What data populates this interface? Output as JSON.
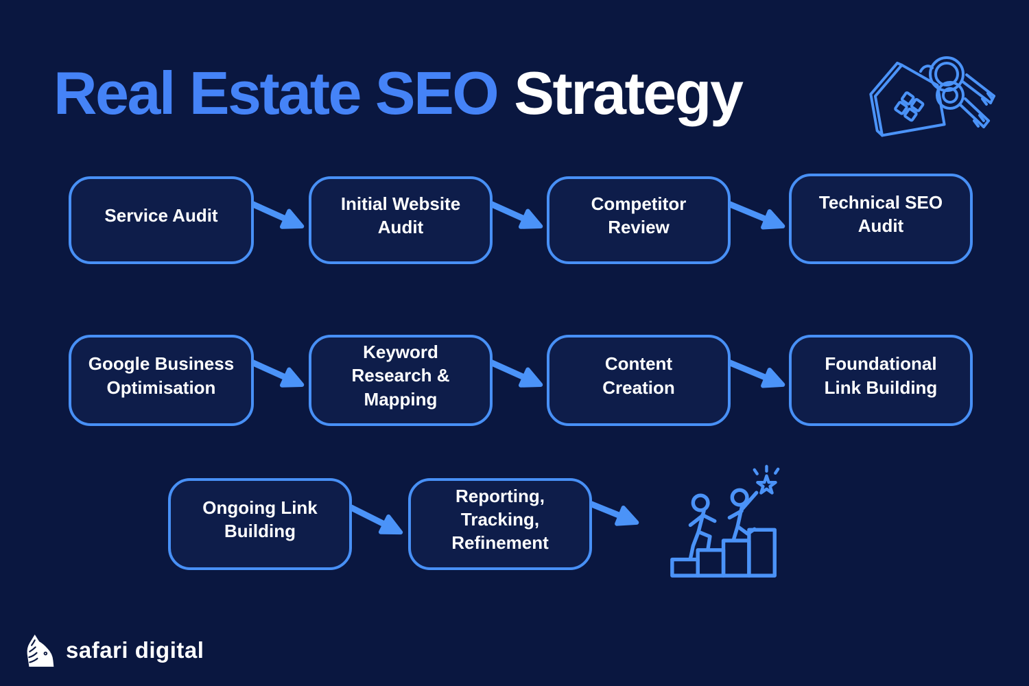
{
  "title": {
    "highlight": "Real Estate SEO",
    "rest": "Strategy"
  },
  "header_icon": "house-keychain-icon",
  "flow": {
    "rows": [
      {
        "steps": [
          {
            "label": "Service Audit"
          },
          {
            "label": "Initial Website\nAudit"
          },
          {
            "label": "Competitor\nReview"
          },
          {
            "label": "Technical SEO\nAudit"
          }
        ]
      },
      {
        "steps": [
          {
            "label": "Google Business\nOptimisation"
          },
          {
            "label": "Keyword\nResearch &\nMapping"
          },
          {
            "label": "Content\nCreation"
          },
          {
            "label": "Foundational\nLink Building"
          }
        ]
      },
      {
        "steps": [
          {
            "label": "Ongoing Link\nBuilding"
          },
          {
            "label": "Reporting,\nTracking,\nRefinement"
          }
        ]
      }
    ],
    "result_icon": "success-stairs-icon"
  },
  "footer": {
    "logo_icon": "zebra-icon",
    "logo_text": "safari digital"
  },
  "colors": {
    "background": "#0A1740",
    "box_fill": "#0E1D4A",
    "accent_blue": "#4890F6",
    "arrow_blue": "#4B93F8",
    "title_blue": "#4583F7",
    "text_white": "#FFFFFF"
  }
}
